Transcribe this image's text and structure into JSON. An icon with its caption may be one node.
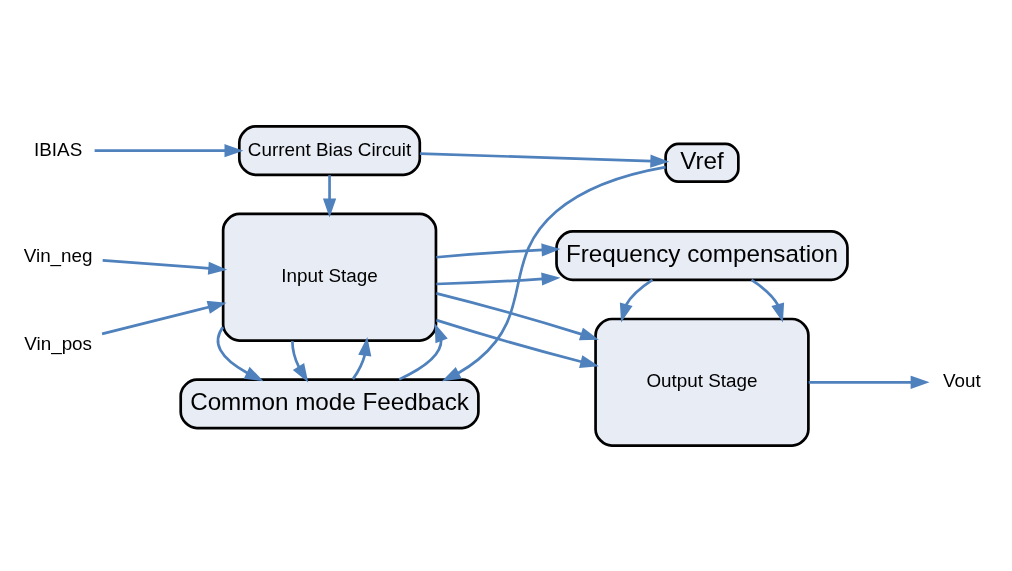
{
  "diagram": {
    "nodes": [
      {
        "text": [
          "Common mode Feedback"
        ]
      },
      {
        "text": [
          "Vref"
        ]
      },
      {
        "text": [
          "Input Stage"
        ]
      },
      {
        "text": [
          "Output Stage"
        ]
      },
      {
        "text": [
          "Current Bias Circuit"
        ]
      },
      {
        "text": [
          "Frequency compensation"
        ]
      },
      {
        "text": [
          "Vin_pos"
        ]
      },
      {
        "text": [
          "Vin_neg"
        ]
      },
      {
        "text": [
          "IBIAS"
        ]
      },
      {
        "text": [
          "Vout"
        ]
      }
    ],
    "edges": [
      {
        "from": 1,
        "to": 0,
        "arrow": "to"
      },
      {
        "from": 0,
        "to": 2,
        "arrow": "to"
      },
      {
        "from": 0,
        "to": 2,
        "arrow": "to"
      },
      {
        "from": 2,
        "to": 0,
        "arrow": "to"
      },
      {
        "from": 2,
        "to": 0,
        "arrow": "to"
      },
      {
        "from": 6,
        "to": 2,
        "arrow": "to"
      },
      {
        "from": 7,
        "to": 2,
        "arrow": "to"
      },
      {
        "from": 2,
        "to": 3,
        "arrow": "to"
      },
      {
        "from": 2,
        "to": 3,
        "arrow": "to"
      },
      {
        "from": 4,
        "to": 2,
        "arrow": "to"
      },
      {
        "from": 4,
        "to": 1,
        "arrow": "to"
      },
      {
        "from": 8,
        "to": 4,
        "arrow": "to"
      },
      {
        "from": 2,
        "to": 5,
        "arrow": "to"
      },
      {
        "from": 2,
        "to": 5,
        "arrow": "to"
      },
      {
        "from": 5,
        "to": 3,
        "arrow": "to"
      },
      {
        "from": 5,
        "to": 3,
        "arrow": "to"
      },
      {
        "from": 3,
        "to": 9,
        "arrow": "to"
      }
    ]
  }
}
